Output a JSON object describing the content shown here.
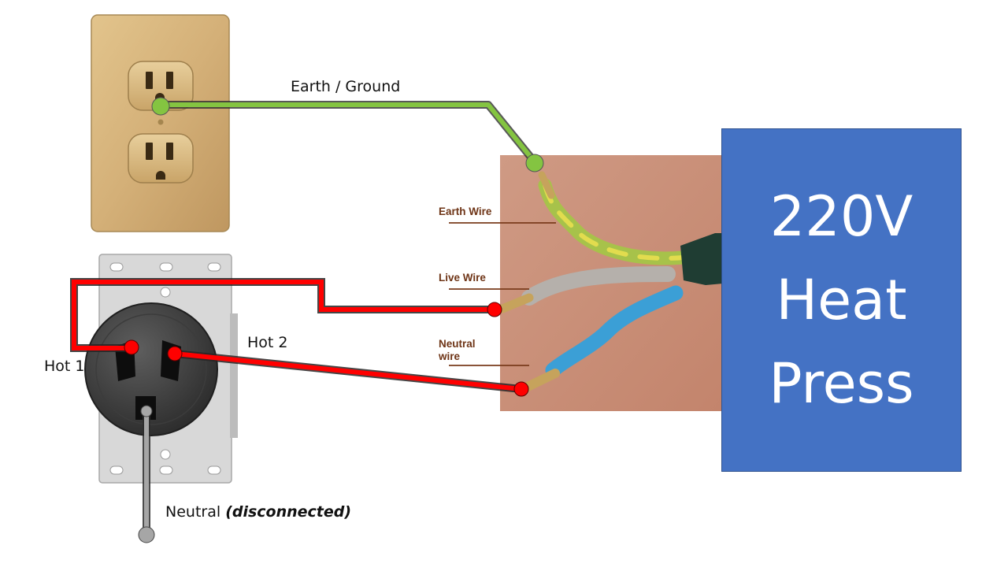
{
  "labels": {
    "earth_ground": "Earth / Ground",
    "hot1": "Hot 1",
    "hot2": "Hot 2",
    "neutral": "Neutral",
    "neutral_note": "(disconnected)"
  },
  "photo_labels": {
    "earth_wire": "Earth Wire",
    "live_wire": "Live Wire",
    "neutral_wire_line1": "Neutral",
    "neutral_wire_line2": "wire"
  },
  "device": {
    "line1": "220V",
    "line2": "Heat",
    "line3": "Press"
  },
  "colors": {
    "ground_wire": "#84c441",
    "hot_wire": "#ff0000",
    "neutral_wire": "#a6a6a6",
    "device_box": "#4472c4",
    "outlet_plate": "#d7b47a",
    "photo_background": "#c98f78"
  }
}
